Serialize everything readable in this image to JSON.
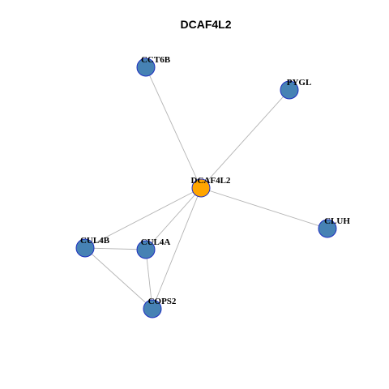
{
  "title": "DCAF4L2",
  "colors": {
    "center_node": "#ffa500",
    "neighbor_node": "#4682b4",
    "node_border": "#1e2fc0",
    "edge": "#b3b3b3"
  },
  "nodes": [
    {
      "id": "DCAF4L2",
      "label": "DCAF4L2",
      "role": "center"
    },
    {
      "id": "CCT6B",
      "label": "CCT6B",
      "role": "neighbor"
    },
    {
      "id": "PYGL",
      "label": "PYGL",
      "role": "neighbor"
    },
    {
      "id": "CLUH",
      "label": "CLUH",
      "role": "neighbor"
    },
    {
      "id": "CUL4B",
      "label": "CUL4B",
      "role": "neighbor"
    },
    {
      "id": "CUL4A",
      "label": "CUL4A",
      "role": "neighbor"
    },
    {
      "id": "COPS2",
      "label": "COPS2",
      "role": "neighbor"
    }
  ],
  "edges": [
    {
      "source": "DCAF4L2",
      "target": "CCT6B"
    },
    {
      "source": "DCAF4L2",
      "target": "PYGL"
    },
    {
      "source": "DCAF4L2",
      "target": "CLUH"
    },
    {
      "source": "DCAF4L2",
      "target": "CUL4B"
    },
    {
      "source": "DCAF4L2",
      "target": "CUL4A"
    },
    {
      "source": "DCAF4L2",
      "target": "COPS2"
    },
    {
      "source": "CUL4B",
      "target": "CUL4A"
    },
    {
      "source": "CUL4B",
      "target": "COPS2"
    },
    {
      "source": "CUL4A",
      "target": "COPS2"
    }
  ]
}
